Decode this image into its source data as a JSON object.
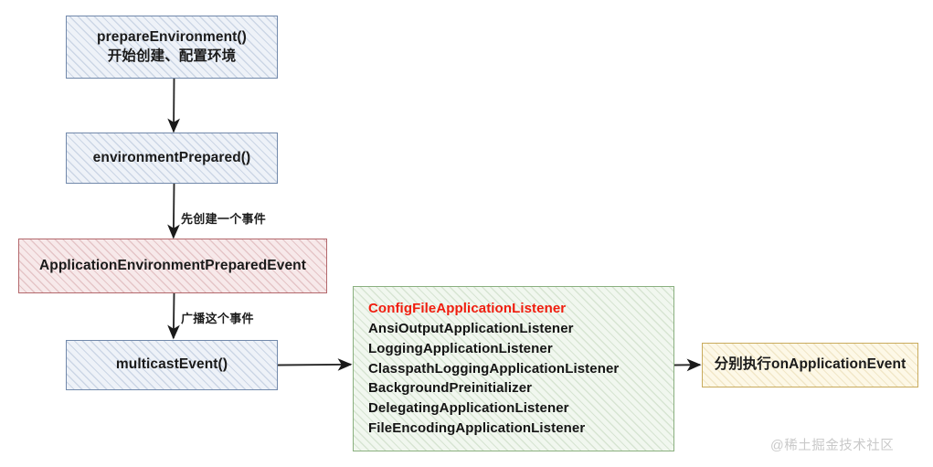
{
  "diagram": {
    "title": "Spring Boot prepareEnvironment event flow",
    "colors": {
      "blue_border": "#7289ab",
      "blue_fill": "#eef2f8",
      "red_border": "#b4686c",
      "red_fill": "#f7e9ea",
      "green_border": "#8ab07f",
      "green_fill": "#f1f7ef",
      "yellow_border": "#c9ab5d",
      "yellow_fill": "#fdf8e7",
      "highlight_text": "#f01d0e",
      "arrow": "#1a1a1a",
      "watermark": "#c9c9c9"
    },
    "nodes": {
      "prepare_environment": {
        "line1": "prepareEnvironment()",
        "line2": "开始创建、配置环境"
      },
      "environment_prepared": {
        "label": "environmentPrepared()"
      },
      "application_environment_prepared_event": {
        "label": "ApplicationEnvironmentPreparedEvent"
      },
      "multicast_event": {
        "label": "multicastEvent()"
      },
      "listeners": {
        "items": [
          "ConfigFileApplicationListener",
          "AnsiOutputApplicationListener",
          "LoggingApplicationListener",
          "ClasspathLoggingApplicationListener",
          "BackgroundPreinitializer",
          "DelegatingApplicationListener",
          "FileEncodingApplicationListener"
        ],
        "highlighted_index": 0
      },
      "on_application_event": {
        "label": "分别执行onApplicationEvent"
      }
    },
    "edge_labels": {
      "create_event": "先创建一个事件",
      "broadcast_event": "广播这个事件"
    },
    "watermark": "@稀土掘金技术社区"
  }
}
